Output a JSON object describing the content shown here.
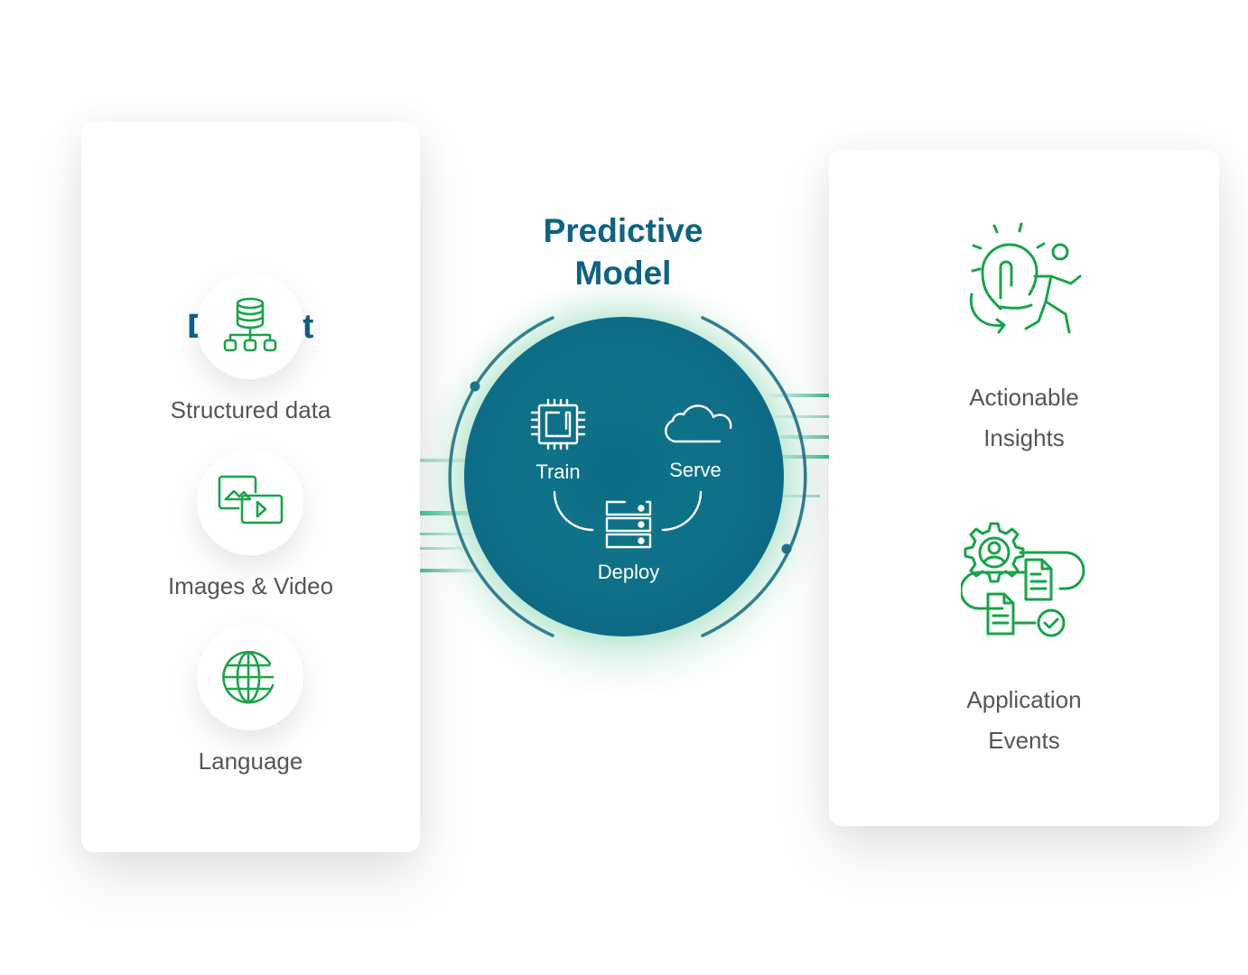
{
  "colors": {
    "title_teal": "#0e6283",
    "icon_green": "#1aa34a",
    "label_gray": "#555555",
    "model_circle": "#0f6f88",
    "ring": "#1c6b86"
  },
  "dataset": {
    "title": "Dataset",
    "items": [
      {
        "label": "Structured data",
        "icon": "database-hierarchy-icon"
      },
      {
        "label": "Images & Video",
        "icon": "image-video-icon"
      },
      {
        "label": "Language",
        "icon": "globe-icon"
      }
    ]
  },
  "model": {
    "title_line1": "Predictive",
    "title_line2": "Model",
    "steps": [
      {
        "label": "Train",
        "icon": "cpu-chip-icon"
      },
      {
        "label": "Serve",
        "icon": "cloud-icon"
      },
      {
        "label": "Deploy",
        "icon": "server-stack-icon"
      }
    ]
  },
  "outputs": {
    "items": [
      {
        "line1": "Actionable",
        "line2": "Insights",
        "icon": "lightbulb-runner-icon"
      },
      {
        "line1": "Application",
        "line2": "Events",
        "icon": "gear-documents-check-icon"
      }
    ]
  }
}
